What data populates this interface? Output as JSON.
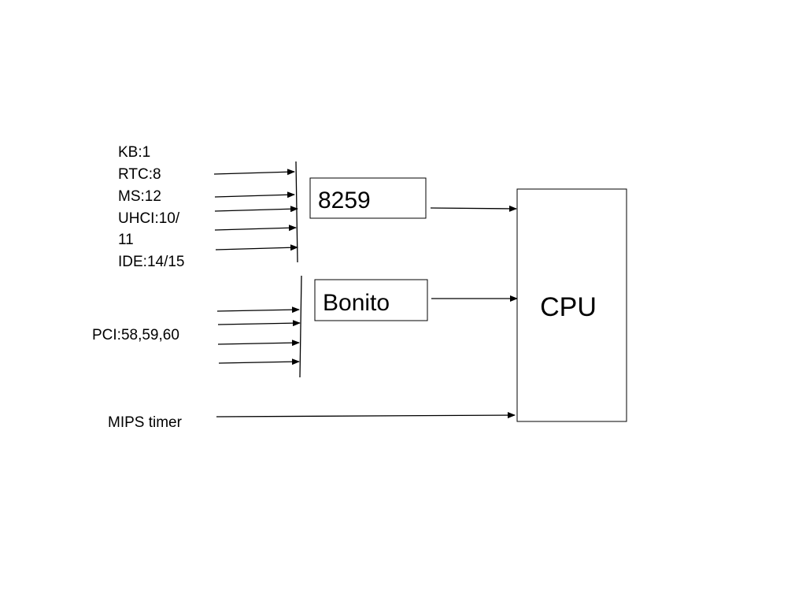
{
  "labels": {
    "group1": [
      "KB:1",
      "RTC:8",
      "MS:12",
      "UHCI:10/",
      "11",
      "IDE:14/15"
    ],
    "pci": "PCI:58,59,60",
    "mips_timer": "MIPS timer"
  },
  "blocks": {
    "pic": "8259",
    "bonito": "Bonito",
    "cpu": "CPU"
  }
}
